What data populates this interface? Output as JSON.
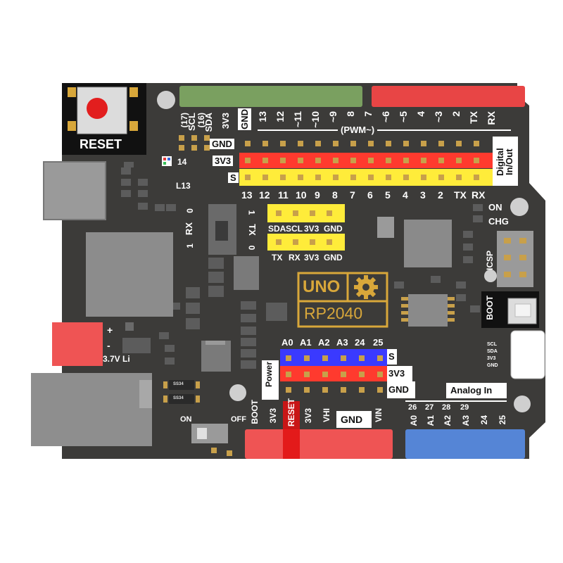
{
  "board": {
    "colors": {
      "pcb": "#3c3b39",
      "green_header": "#7aa060",
      "red_header": "#e84545",
      "yellow_row": "#ffec3a",
      "red_row": "#ff3a2e",
      "blue_row": "#3a3aff",
      "blue_header": "#5585d6",
      "gold": "#d8a73a",
      "text": "#ffffff"
    },
    "reset": {
      "label": "RESET"
    },
    "top_header_labels": [
      "(17) SCL",
      "(16) SDA",
      "3V3",
      "GND",
      "13",
      "12",
      "~11",
      "~10",
      "~9",
      "8",
      "7",
      "~6",
      "~5",
      "4",
      "~3",
      "2",
      "TX",
      "RX"
    ],
    "top_labels_short": {
      "scl_num": "(17)",
      "scl": "SCL",
      "sda_num": "(16)",
      "sda": "SDA",
      "v33": "3V3",
      "gnd": "GND"
    },
    "pwm_label": "(PWM~)",
    "digital_numbers": [
      "13",
      "12",
      "~11",
      "~10",
      "~9",
      "8",
      "7",
      "~6",
      "~5",
      "4",
      "~3",
      "2",
      "TX",
      "RX"
    ],
    "side_labels": {
      "gnd": "GND",
      "v33": "3V3",
      "s": "S"
    },
    "digital_label": "Digital In/Out",
    "digital_bottom_numbers": [
      "13",
      "12",
      "11",
      "10",
      "9",
      "8",
      "7",
      "6",
      "5",
      "4",
      "3",
      "2",
      "TX",
      "RX"
    ],
    "led14": "14",
    "l13": "L13",
    "switch_left": {
      "top": "0",
      "mid": "RX",
      "bot": "1"
    },
    "switch_right": {
      "top": "1",
      "mid": "TX",
      "bot": "0"
    },
    "i2c_labels": [
      "SDA",
      "SCL",
      "3V3",
      "GND"
    ],
    "uart_labels": [
      "TX",
      "RX",
      "3V3",
      "GND"
    ],
    "logo": {
      "uno": "UNO",
      "model": "RP2040"
    },
    "on_label": "ON",
    "chg_label": "CHG",
    "icsp_label": "ICSP",
    "boot_label": "BOOT",
    "battery": {
      "plus": "+",
      "minus": "-",
      "label": "3.7V Li"
    },
    "analog_top": [
      "A0",
      "A1",
      "A2",
      "A3",
      "24",
      "25"
    ],
    "analog_side": {
      "s": "S",
      "v33": "3V3",
      "gnd": "GND"
    },
    "power_label": "Power",
    "power_pins": [
      "BOOT",
      "3V3",
      "RESET",
      "3V3",
      "VHI",
      "GND",
      "VIN"
    ],
    "power_gnd": "GND",
    "analog_in_label": "Analog In",
    "analog_bottom": [
      "26",
      "27",
      "28",
      "29"
    ],
    "analog_bottom_labels": [
      "A0",
      "A1",
      "A2",
      "A3",
      "24",
      "25"
    ],
    "small_i2c": [
      "SCL",
      "SDA",
      "3V3",
      "GND"
    ],
    "onoff": {
      "on": "ON",
      "off": "OFF"
    },
    "chip_marks": [
      "SS34",
      "SS34"
    ]
  }
}
